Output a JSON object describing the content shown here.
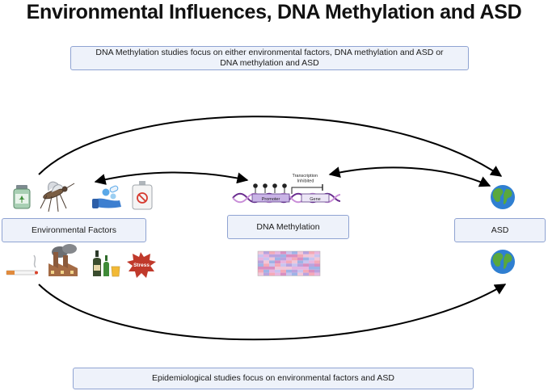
{
  "title": "Environmental Influences, DNA Methylation and ASD",
  "top_note": "DNA Methylation studies focus on either environmental factors, DNA methylation and ASD or DNA methylation and ASD",
  "bottom_note": "Epidemiological studies focus on environmental factors and ASD",
  "nodes": {
    "env": "Environmental Factors",
    "dna": "DNA Methylation",
    "asd": "ASD"
  },
  "gene_diagram": {
    "promoter": "Promoter",
    "gene": "Gene",
    "transcription": "Transcription\nInhibited"
  },
  "stress_badge": "Stress",
  "icons": {
    "env_top": [
      "cannabis-bottle-icon",
      "mosquito-icon",
      "pills-hand-icon",
      "pesticide-jug-icon"
    ],
    "env_bottom": [
      "cigarette-icon",
      "factory-pollution-icon",
      "alcohol-bottles-icon",
      "stress-burst-icon"
    ],
    "asd": [
      "globe-icon",
      "globe-icon"
    ]
  },
  "colors": {
    "box_fill": "#eef2fa",
    "box_border": "#8fa3d2",
    "arrow": "#000000",
    "dna_strand_a": "#6a2d8f",
    "dna_strand_b": "#c98fd8",
    "promoter_fill": "#c9b3e6",
    "gene_fill": "#ece6f6",
    "stress_red": "#c0392b",
    "ocean": "#2f7fd1",
    "land": "#5aa83c"
  }
}
